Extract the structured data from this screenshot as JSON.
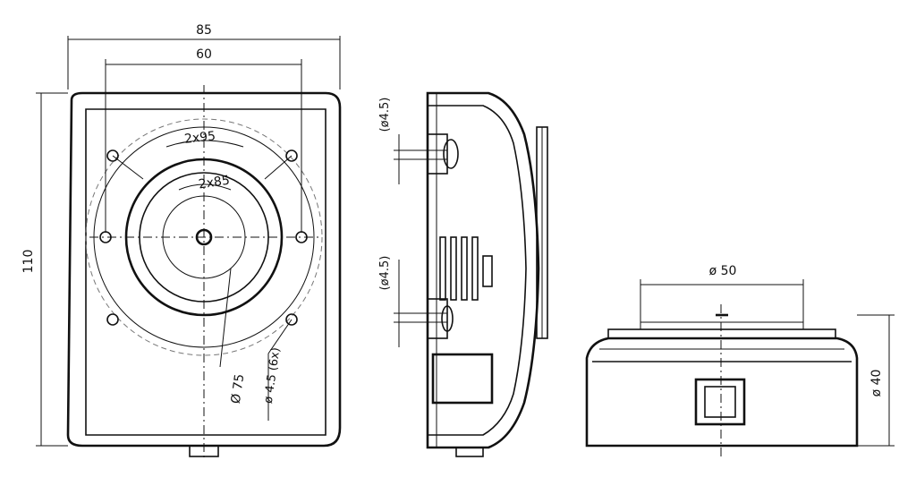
{
  "front_view": {
    "width_overall": "85",
    "width_holes": "60",
    "height_overall": "110",
    "bolt_circle_outer": "2x95",
    "bolt_circle_inner": "2x85",
    "diameter_75": "Ø 75",
    "hole_spec": "ø 4.5 (6x)"
  },
  "side_view": {
    "hole_upper": "(ø4.5)",
    "hole_lower": "(ø4.5)"
  },
  "bottom_view": {
    "diameter_top": "ø 50",
    "height": "ø 40"
  }
}
